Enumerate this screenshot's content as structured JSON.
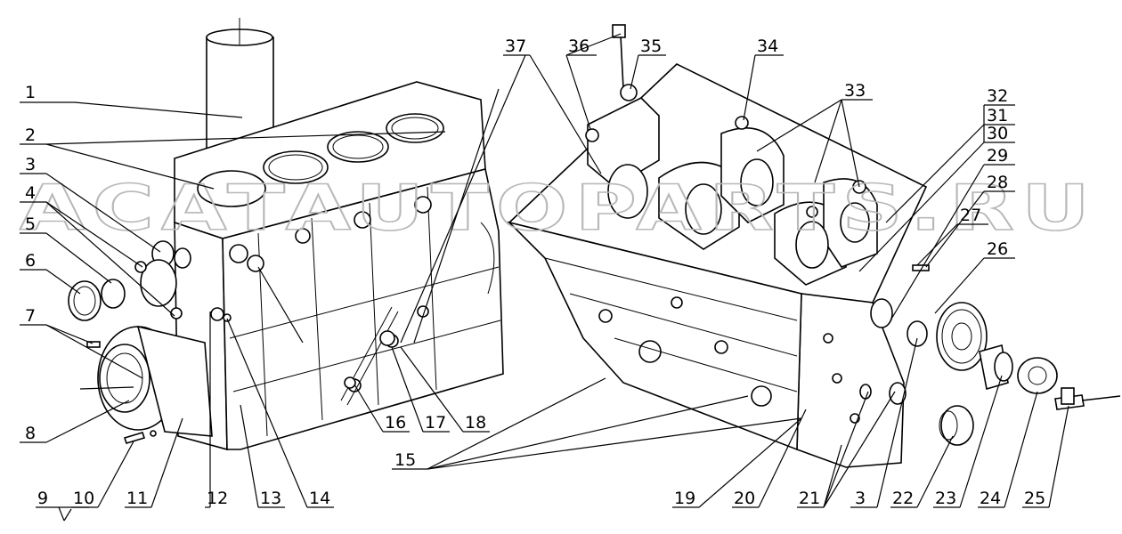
{
  "watermark": "ACATAUTOPARTS.RU",
  "callouts": [
    "1",
    "2",
    "3",
    "4",
    "5",
    "6",
    "7",
    "8",
    "9",
    "10",
    "11",
    "12",
    "13",
    "14",
    "15",
    "16",
    "17",
    "18",
    "19",
    "20",
    "21",
    "3",
    "22",
    "23",
    "24",
    "25",
    "26",
    "27",
    "28",
    "29",
    "30",
    "31",
    "32",
    "33",
    "34",
    "35",
    "36",
    "37"
  ]
}
